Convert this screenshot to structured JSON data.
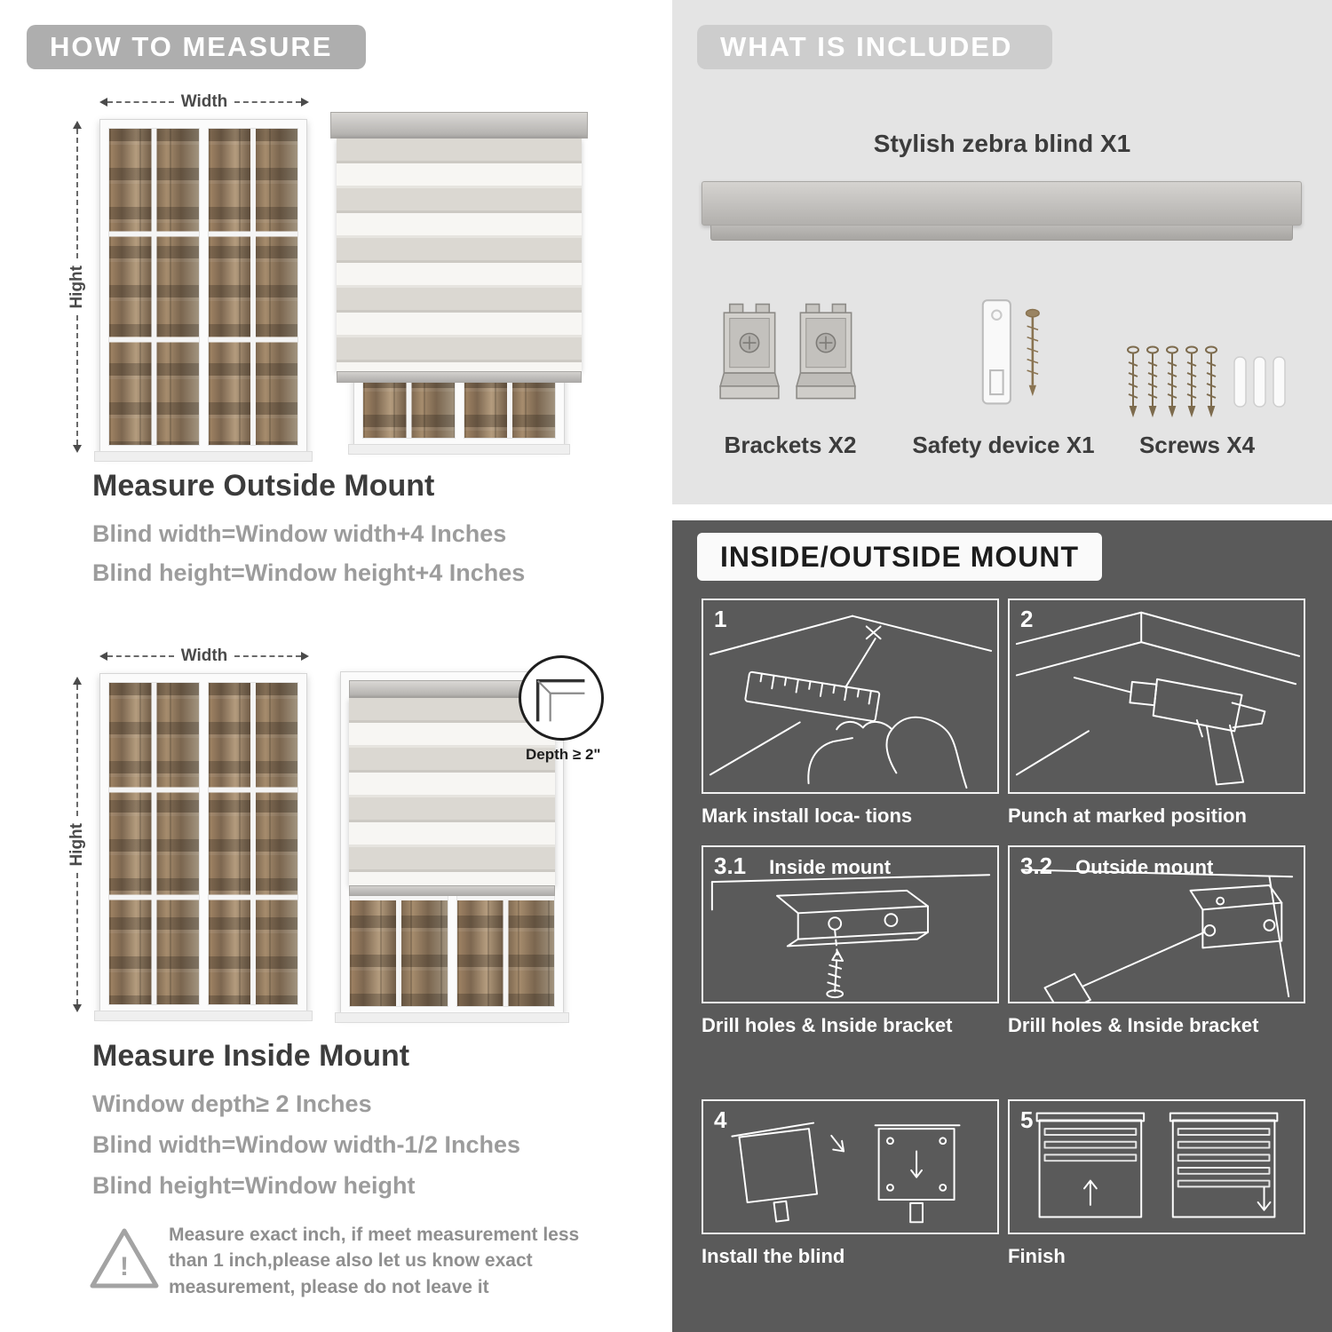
{
  "left": {
    "header": "HOW TO MEASURE",
    "outside": {
      "width_label": "Width",
      "height_label": "Hight",
      "title": "Measure Outside Mount",
      "rule1": "Blind width=Window width+4 Inches",
      "rule2": "Blind height=Window height+4 Inches"
    },
    "inside": {
      "width_label": "Width",
      "height_label": "Hight",
      "depth_note": "Depth ≥ 2\"",
      "title": "Measure Inside Mount",
      "rule1": "Window depth≥ 2 Inches",
      "rule2": "Blind width=Window width-1/2 Inches",
      "rule3": "Blind height=Window height"
    },
    "warning_mark": "!",
    "warning_text": "Measure exact inch, if meet measurement less than 1 inch,please also let us know exact measurement, please do not leave it"
  },
  "included": {
    "header": "WHAT IS INCLUDED",
    "product_label": "Stylish zebra blind X1",
    "items": [
      {
        "label": "Brackets X2",
        "icon": "brackets-icon"
      },
      {
        "label": "Safety device X1",
        "icon": "safety-device-icon"
      },
      {
        "label": "Screws X4",
        "icon": "screws-icon"
      }
    ]
  },
  "mount": {
    "header": "INSIDE/OUTSIDE MOUNT",
    "steps": [
      {
        "num": "1",
        "caption": "Mark install loca- tions"
      },
      {
        "num": "2",
        "caption": "Punch at  marked position"
      },
      {
        "num": "3.1",
        "label": "Inside mount",
        "caption": "Drill holes &  Inside bracket"
      },
      {
        "num": "3.2",
        "label": "Outside mount",
        "caption": "Drill holes &  Inside bracket"
      },
      {
        "num": "4",
        "caption": "Install the blind"
      },
      {
        "num": "5",
        "caption": "Finish"
      }
    ]
  },
  "colors": {
    "banner_gray": "#aeaeae",
    "light_panel": "#e4e4e4",
    "dark_panel": "#5a5a5a",
    "heading": "#3c3c3c",
    "body_gray": "#9c9c9c"
  }
}
